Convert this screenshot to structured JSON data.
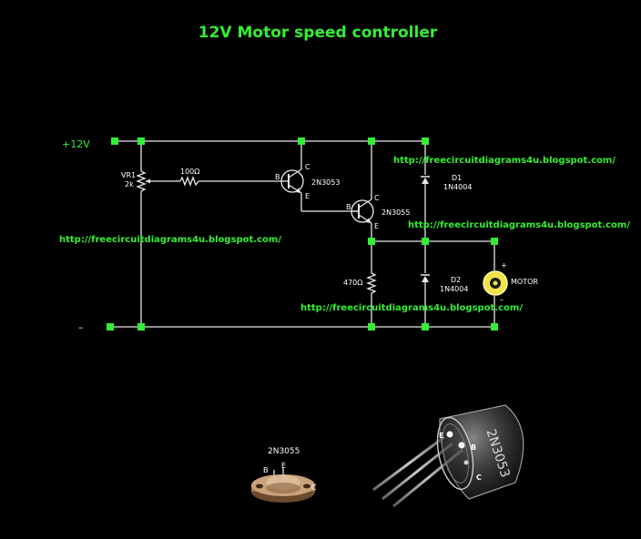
{
  "title": "12V Motor speed controller",
  "colors": {
    "title": "#33ee33",
    "url": "#33ee33",
    "wire": "#e8e8e8",
    "node": "#33ee33",
    "rail_label": "#33ee33",
    "motor": "#f2e24a",
    "background": "#000000"
  },
  "rails": {
    "positive": "+12V",
    "negative": "–"
  },
  "components": {
    "vr1": {
      "ref": "VR1",
      "value": "2k"
    },
    "r1": {
      "value": "100Ω"
    },
    "q1": {
      "part": "2N3053",
      "pins": {
        "b": "B",
        "c": "C",
        "e": "E"
      }
    },
    "q2": {
      "part": "2N3055",
      "pins": {
        "b": "B",
        "c": "C",
        "e": "E"
      }
    },
    "d1": {
      "ref": "D1",
      "part": "1N4004"
    },
    "d2": {
      "ref": "D2",
      "part": "1N4004"
    },
    "r2": {
      "value": "470Ω"
    },
    "motor": {
      "label": "MOTOR",
      "plus": "+",
      "minus": "–"
    }
  },
  "watermarks": [
    "http://freecircuitdiagrams4u.blogspot.com/",
    "http://freecircuitdiagrams4u.blogspot.com/",
    "http://freecircuitdiagrams4u.blogspot.com/",
    "http://freecircuitdiagrams4u.blogspot.com/"
  ],
  "package_2n3055": {
    "title": "2N3055",
    "pins": {
      "b": "B",
      "e": "E",
      "c": "C"
    }
  },
  "package_2n3053": {
    "marking": "2N3053",
    "pins": {
      "e": "E",
      "b": "B",
      "c": "C"
    }
  }
}
